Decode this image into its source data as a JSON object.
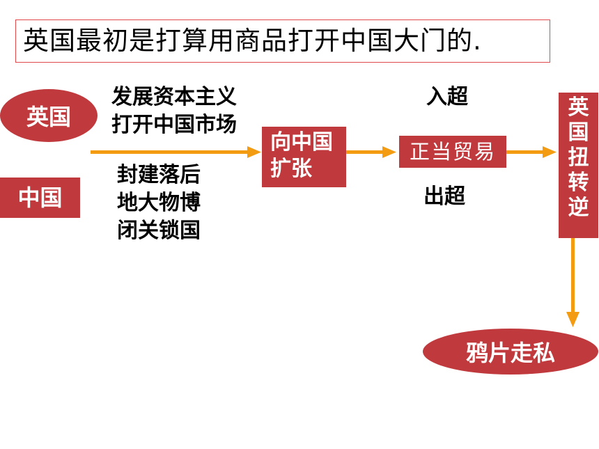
{
  "title": "英国最初是打算用商品打开中国大门的.",
  "britain_label": "英国",
  "china_label": "中国",
  "britain_text": [
    "发展资本主义",
    "打开中国市场"
  ],
  "china_text": [
    "封建落后",
    "地大物博",
    "闭关锁国"
  ],
  "expand_box": [
    "向中国",
    "扩张"
  ],
  "trade_box": "正当贸易",
  "import_surplus": "入超",
  "export_surplus": "出超",
  "reverse_box": [
    "英",
    "国",
    "扭",
    "转",
    "逆"
  ],
  "opium_label": "鸦片走私",
  "colors": {
    "box": "#c0393d",
    "arrow": "#f39c12",
    "title_border": "#e0484c"
  }
}
